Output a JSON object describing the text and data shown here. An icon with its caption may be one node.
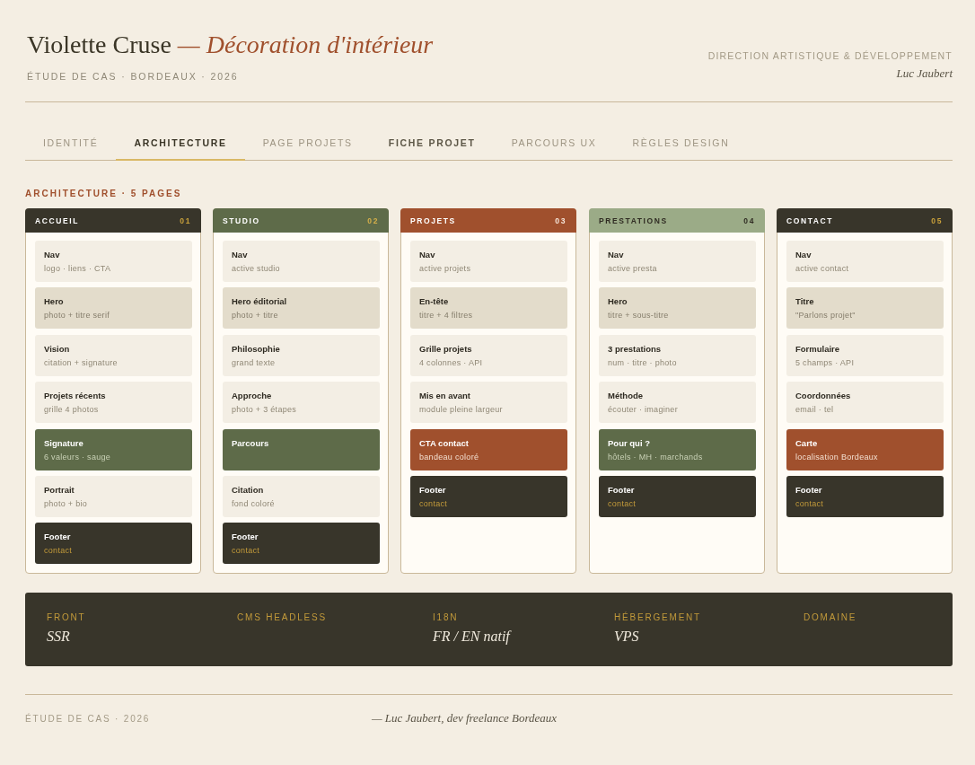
{
  "diagram": {
    "title": "Violette Cruse *— Décoration d'intérieur*",
    "nodes": [
      {
        "text": [
          "ACCUEIL",
          "01"
        ]
      },
      {
        "text": [
          "Nav",
          "logo · liens · CTA"
        ],
        "in": 0
      },
      {
        "text": [
          "Hero",
          "photo + titre serif"
        ],
        "in": 0
      },
      {
        "text": [
          "Vision",
          "citation + signature"
        ],
        "in": 0
      },
      {
        "text": [
          "Projets récents",
          "grille 4 photos"
        ],
        "in": 0
      },
      {
        "text": [
          "Signature",
          "6 valeurs · sauge"
        ],
        "in": 0
      },
      {
        "text": [
          "Portrait",
          "photo + bio"
        ],
        "in": 0
      },
      {
        "text": [
          "Footer",
          "contact"
        ],
        "in": 0
      },
      {
        "text": [
          "STUDIO",
          "02"
        ]
      },
      {
        "text": [
          "Nav",
          "active studio"
        ],
        "in": 8
      },
      {
        "text": [
          "Hero éditorial",
          "photo + titre"
        ],
        "in": 8
      },
      {
        "text": [
          "Philosophie",
          "grand texte"
        ],
        "in": 8
      },
      {
        "text": [
          "Approche",
          "photo + 3 étapes"
        ],
        "in": 8
      },
      {
        "text": [
          "Parcours"
        ],
        "in": 8
      },
      {
        "text": [
          "Citation",
          "fond coloré"
        ],
        "in": 8
      },
      {
        "text": [
          "Footer",
          "contact"
        ],
        "in": 8
      },
      {
        "text": [
          "PROJETS",
          "03"
        ]
      },
      {
        "text": [
          "Nav",
          "active projets"
        ],
        "in": 16
      },
      {
        "text": [
          "En-tête",
          "titre + 4 filtres"
        ],
        "in": 16
      },
      {
        "text": [
          "Grille projets",
          "4 colonnes · API"
        ],
        "in": 16
      },
      {
        "text": [
          "Mis en avant",
          "module pleine largeur"
        ],
        "in": 16
      },
      {
        "text": [
          "CTA contact",
          "bandeau coloré"
        ],
        "in": 16
      },
      {
        "text": [
          "Footer",
          "contact"
        ],
        "in": 16
      },
      {
        "text": [
          "PRESTATIONS",
          "04"
        ]
      },
      {
        "text": [
          "Nav",
          "active presta"
        ],
        "in": 23
      },
      {
        "text": [
          "Hero",
          "titre + sous-titre"
        ],
        "in": 23
      },
      {
        "text": [
          "3 prestations",
          "num · titre · photo"
        ],
        "in": 23
      },
      {
        "text": [
          "Méthode",
          "écouter · imaginer"
        ],
        "in": 23
      },
      {
        "text": [
          "Pour qui ?",
          "hôtels · MH · marchands"
        ],
        "in": 23
      },
      {
        "text": [
          "Footer",
          "contact"
        ],
        "in": 23
      },
      {
        "text": [
          "CONTACT",
          "05"
        ]
      },
      {
        "text": [
          "Nav",
          "active contact"
        ],
        "in": 30
      },
      {
        "text": [
          "Titre",
          "\"Parlons projet\""
        ],
        "in": 30
      },
      {
        "text": [
          "Formulaire",
          "5 champs · API"
        ],
        "in": 30
      },
      {
        "text": [
          "Coordonnées",
          "email · tel"
        ],
        "in": 30
      },
      {
        "text": [
          "Carte",
          "localisation Bordeaux"
        ],
        "in": 30
      },
      {
        "text": [
          "Footer",
          "contact"
        ],
        "in": 30
      },
      {
        "text": [
          "FRONT",
          "SSR",
          "CMS HEADLESS",
          "I18N",
          "FR / EN natif",
          "HÉBERGEMENT",
          "VPS",
          "DOMAINE"
        ]
      }
    ],
    "labels": [
      "ÉTUDE DE CAS · BORDEAUX · 2026",
      "DIRECTION ARTISTIQUE & DÉVELOPPEMENT",
      "Luc Jaubert",
      "IDENTITÉ",
      "ARCHITECTURE",
      "PAGE PROJETS",
      "FICHE PROJET",
      "PARCOURS UX",
      "RÈGLES DESIGN",
      "ARCHITECTURE · 5 PAGES",
      "ÉTUDE DE CAS · 2026",
      "— Luc Jaubert, dev freelance Bordeaux"
    ]
  }
}
